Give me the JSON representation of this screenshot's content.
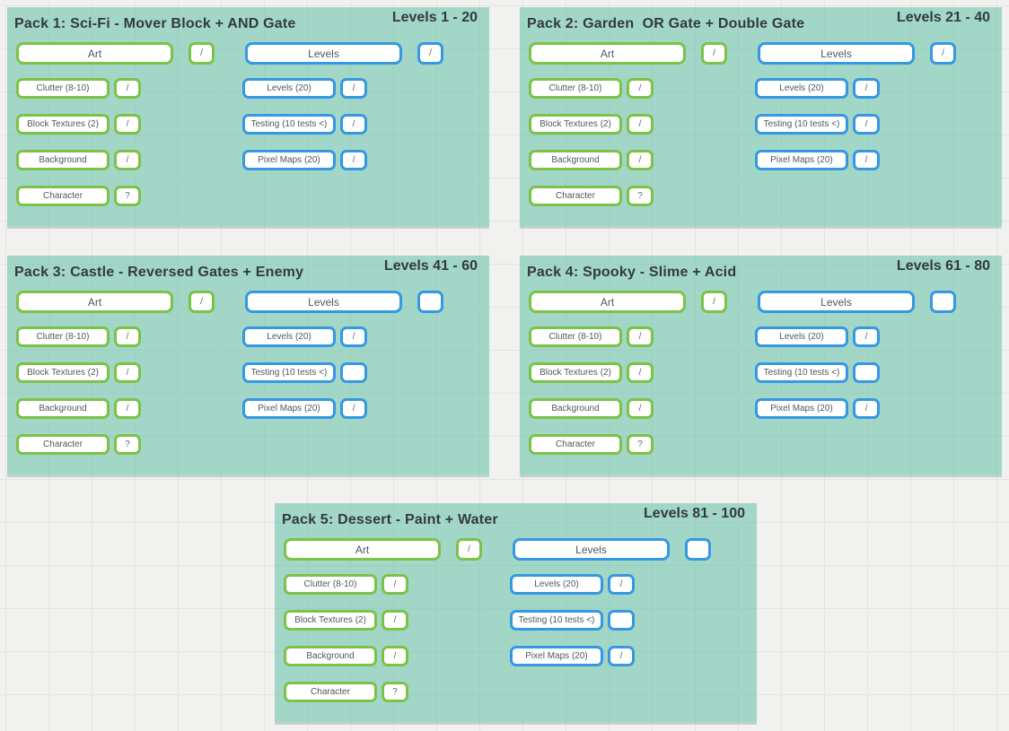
{
  "colors": {
    "accent_green": "#7cc247",
    "accent_blue": "#3598e2",
    "card_teal": "#a3d6c8",
    "page_background": "#f1f1ef",
    "title_text": "#333a3d"
  },
  "packs": [
    {
      "title": "Pack 1: Sci-Fi - Mover Block + AND Gate",
      "levels_range": "Levels 1 - 20",
      "art": {
        "header": "Art",
        "header_mark": "/",
        "items": [
          {
            "label": "Clutter (8-10)",
            "mark": "/"
          },
          {
            "label": "Block Textures (2)",
            "mark": "/"
          },
          {
            "label": "Background",
            "mark": "/"
          },
          {
            "label": "Character",
            "mark": "?"
          }
        ]
      },
      "levels": {
        "header": "Levels",
        "header_mark": "/",
        "items": [
          {
            "label": "Levels (20)",
            "mark": "/"
          },
          {
            "label": "Testing (10 tests <)",
            "mark": "/"
          },
          {
            "label": "Pixel Maps (20)",
            "mark": "/"
          }
        ]
      }
    },
    {
      "title": "Pack 2: Garden  OR Gate + Double Gate",
      "levels_range": "Levels 21 - 40",
      "art": {
        "header": "Art",
        "header_mark": "/",
        "items": [
          {
            "label": "Clutter (8-10)",
            "mark": "/"
          },
          {
            "label": "Block Textures (2)",
            "mark": "/"
          },
          {
            "label": "Background",
            "mark": "/"
          },
          {
            "label": "Character",
            "mark": "?"
          }
        ]
      },
      "levels": {
        "header": "Levels",
        "header_mark": "/",
        "items": [
          {
            "label": "Levels (20)",
            "mark": "/"
          },
          {
            "label": "Testing (10 tests <)",
            "mark": "/"
          },
          {
            "label": "Pixel Maps (20)",
            "mark": "/"
          }
        ]
      }
    },
    {
      "title": "Pack 3: Castle - Reversed Gates + Enemy",
      "levels_range": "Levels 41 - 60",
      "art": {
        "header": "Art",
        "header_mark": "/",
        "items": [
          {
            "label": "Clutter (8-10)",
            "mark": "/"
          },
          {
            "label": "Block Textures (2)",
            "mark": "/"
          },
          {
            "label": "Background",
            "mark": "/"
          },
          {
            "label": "Character",
            "mark": "?"
          }
        ]
      },
      "levels": {
        "header": "Levels",
        "header_mark": "",
        "items": [
          {
            "label": "Levels (20)",
            "mark": "/"
          },
          {
            "label": "Testing (10 tests <)",
            "mark": ""
          },
          {
            "label": "Pixel Maps (20)",
            "mark": "/"
          }
        ]
      }
    },
    {
      "title": "Pack 4: Spooky - Slime + Acid",
      "levels_range": "Levels 61 - 80",
      "art": {
        "header": "Art",
        "header_mark": "/",
        "items": [
          {
            "label": "Clutter (8-10)",
            "mark": "/"
          },
          {
            "label": "Block Textures (2)",
            "mark": "/"
          },
          {
            "label": "Background",
            "mark": "/"
          },
          {
            "label": "Character",
            "mark": "?"
          }
        ]
      },
      "levels": {
        "header": "Levels",
        "header_mark": "",
        "items": [
          {
            "label": "Levels (20)",
            "mark": "/"
          },
          {
            "label": "Testing (10 tests <)",
            "mark": ""
          },
          {
            "label": "Pixel Maps (20)",
            "mark": "/"
          }
        ]
      }
    },
    {
      "title": "Pack 5: Dessert - Paint + Water",
      "levels_range": "Levels 81 - 100",
      "art": {
        "header": "Art",
        "header_mark": "/",
        "items": [
          {
            "label": "Clutter (8-10)",
            "mark": "/"
          },
          {
            "label": "Block Textures (2)",
            "mark": "/"
          },
          {
            "label": "Background",
            "mark": "/"
          },
          {
            "label": "Character",
            "mark": "?"
          }
        ]
      },
      "levels": {
        "header": "Levels",
        "header_mark": "",
        "items": [
          {
            "label": "Levels (20)",
            "mark": "/"
          },
          {
            "label": "Testing (10 tests <)",
            "mark": ""
          },
          {
            "label": "Pixel Maps (20)",
            "mark": "/"
          }
        ]
      }
    }
  ]
}
